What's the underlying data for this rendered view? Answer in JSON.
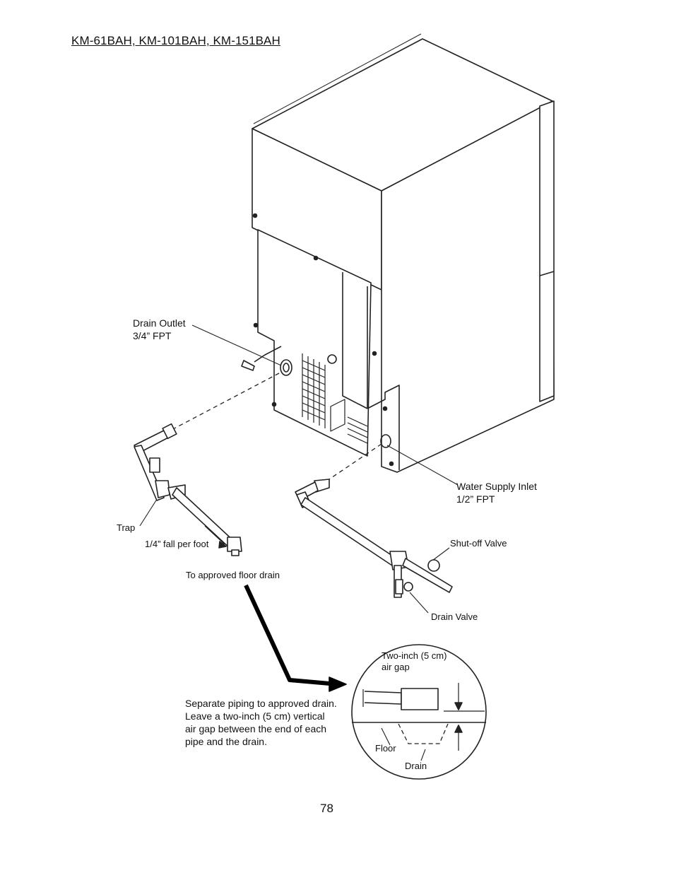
{
  "header": {
    "models": "KM-61BAH, KM-101BAH, KM-151BAH"
  },
  "labels": {
    "drain_outlet": "Drain Outlet",
    "drain_outlet_size": "3/4” FPT",
    "water_supply_inlet": "Water Supply Inlet",
    "water_supply_size": "1/2” FPT",
    "trap": "Trap",
    "fall": "1/4” fall per foot",
    "floor_drain": "To approved floor drain",
    "shutoff_valve": "Shut-off Valve",
    "drain_valve": "Drain Valve"
  },
  "detail": {
    "air_gap_line1": "Two-inch (5 cm)",
    "air_gap_line2": "air gap",
    "floor": "Floor",
    "drain": "Drain"
  },
  "note": {
    "line1": "Separate piping to approved drain.",
    "line2": "Leave a two-inch (5 cm) vertical",
    "line3": "air gap between the end of each",
    "line4": "pipe and the drain."
  },
  "page_number": "78"
}
